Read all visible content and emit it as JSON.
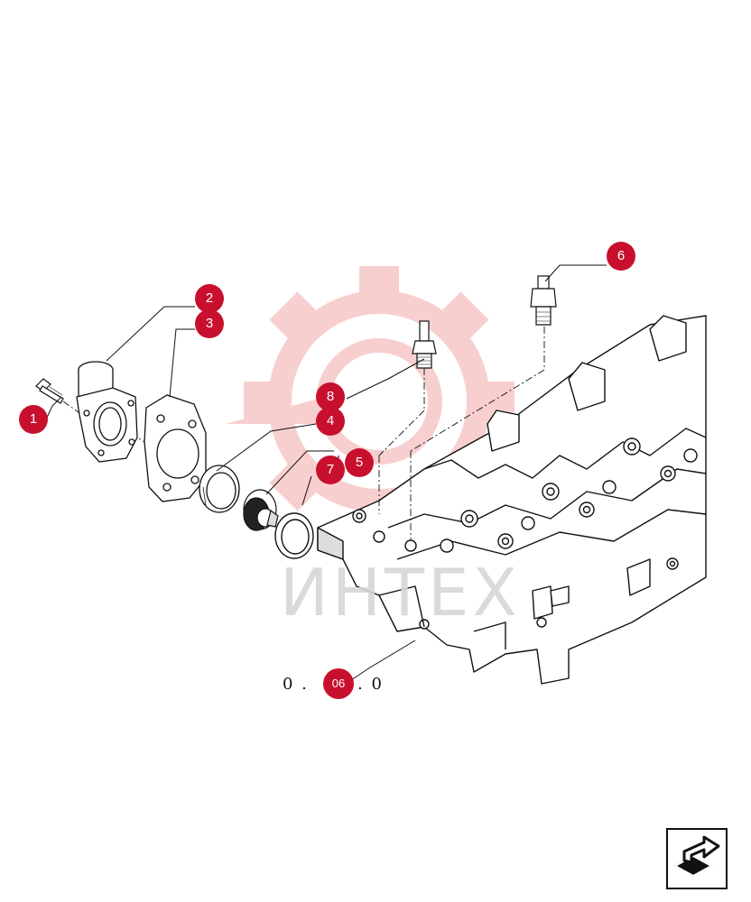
{
  "diagram": {
    "accent_color": "#c8102e",
    "watermark_color": "#f4b8b8",
    "watermark_text": "ИНТЕХ",
    "callouts": [
      {
        "id": "1",
        "label": "1",
        "part": "bolt"
      },
      {
        "id": "2",
        "label": "2",
        "part": "thermostat-housing"
      },
      {
        "id": "3",
        "label": "3",
        "part": "gasket"
      },
      {
        "id": "4",
        "label": "4",
        "part": "seal-ring"
      },
      {
        "id": "5",
        "label": "5",
        "part": "thermostat-group"
      },
      {
        "id": "6",
        "label": "6",
        "part": "temperature-sender"
      },
      {
        "id": "7",
        "label": "7",
        "part": "o-ring"
      },
      {
        "id": "8",
        "label": "8",
        "part": "temperature-sensor"
      }
    ],
    "reference": {
      "left": "0 .",
      "badge": "06",
      "right": ". 0"
    },
    "nav_icon": "next-page-arrow-icon"
  }
}
